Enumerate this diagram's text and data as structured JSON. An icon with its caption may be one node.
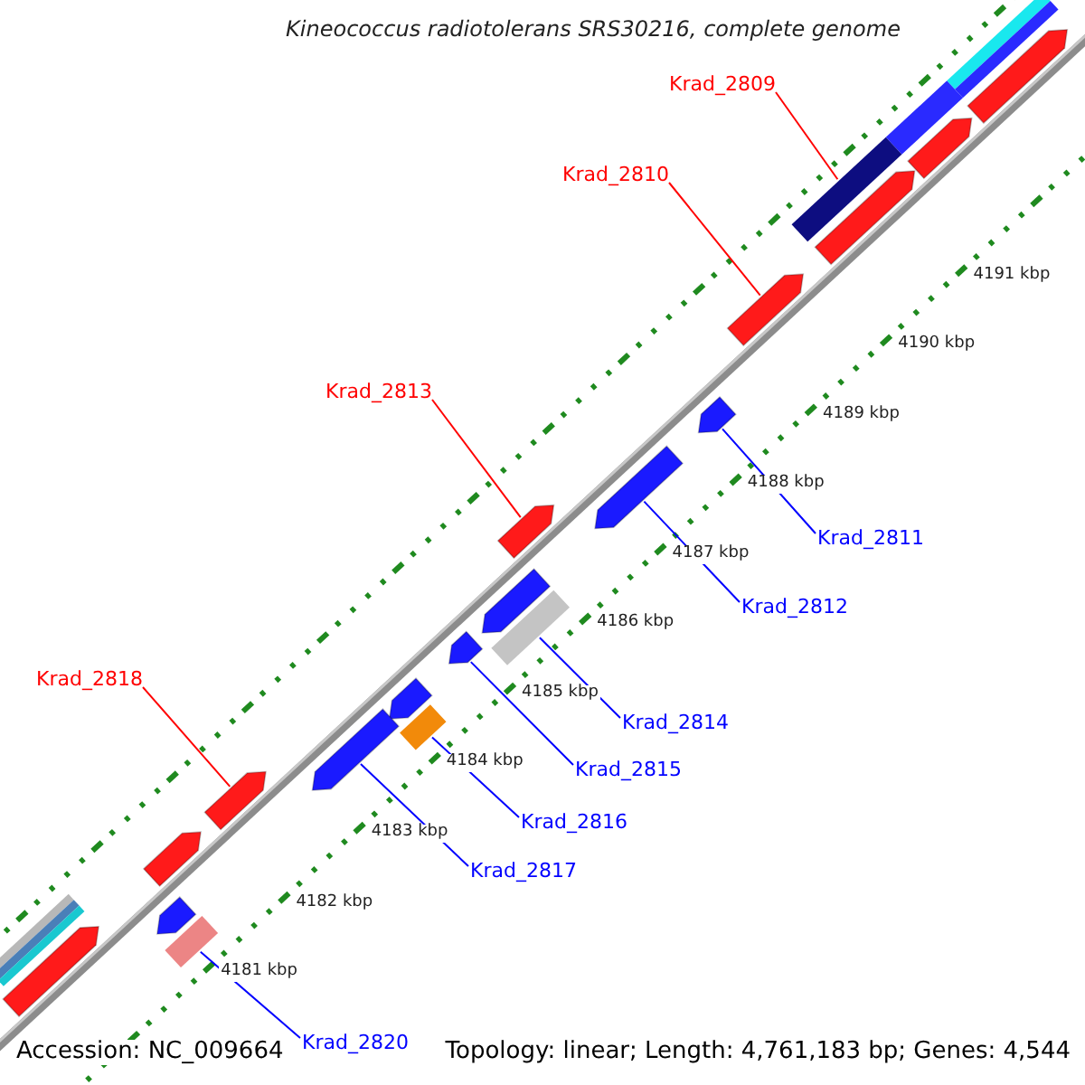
{
  "diagram": {
    "title": "Kineococcus radiotolerans SRS30216, complete genome",
    "nodes": [
      {
        "text": [
          "Krad_2809"
        ]
      },
      {
        "text": [
          "Krad_2810"
        ]
      },
      {
        "text": [
          "Krad_2813"
        ]
      },
      {
        "text": [
          "Krad_2811"
        ]
      },
      {
        "text": [
          "Krad_2812"
        ]
      },
      {
        "text": [
          "Krad_2818"
        ]
      },
      {
        "text": [
          "Krad_2814"
        ]
      },
      {
        "text": [
          "Krad_2815"
        ]
      },
      {
        "text": [
          "Krad_2816"
        ]
      },
      {
        "text": [
          "Krad_2817"
        ]
      },
      {
        "text": [
          "Krad_2820"
        ]
      },
      {
        "text": [],
        "shape": "bar"
      },
      {
        "text": [],
        "shape": "pentagon"
      },
      {
        "text": [],
        "shape": "bar"
      },
      {
        "text": [],
        "shape": "pentagon"
      },
      {
        "text": [],
        "shape": "bar"
      },
      {
        "text": [],
        "shape": "pentagon"
      },
      {
        "text": [],
        "shape": "pentagon"
      },
      {
        "text": [],
        "shape": "pentagon"
      },
      {
        "text": [],
        "shape": "pentagon"
      },
      {
        "text": [],
        "shape": "pentagon"
      },
      {
        "text": [],
        "shape": "pentagon"
      },
      {
        "text": [],
        "shape": "bar"
      },
      {
        "text": [],
        "shape": "pentagon"
      },
      {
        "text": [],
        "shape": "pentagon"
      },
      {
        "text": [],
        "shape": "bar"
      },
      {
        "text": [],
        "shape": "pentagon"
      },
      {
        "text": [],
        "shape": "pentagon"
      },
      {
        "text": [],
        "shape": "pentagon"
      },
      {
        "text": [],
        "shape": "pentagon"
      },
      {
        "text": [],
        "shape": "bar"
      },
      {
        "text": [],
        "shape": "pentagon"
      },
      {
        "text": [],
        "shape": "bar"
      }
    ],
    "edges": [
      {
        "from": 0,
        "to": 15,
        "arrow": "none",
        "color": "#ff0000"
      },
      {
        "from": 1,
        "to": 17,
        "arrow": "none",
        "color": "#ff0000"
      },
      {
        "from": 2,
        "to": 20,
        "arrow": "none",
        "color": "#ff0000"
      },
      {
        "from": 3,
        "to": 18,
        "arrow": "none"
      },
      {
        "from": 4,
        "to": 19,
        "arrow": "none"
      },
      {
        "from": 5,
        "to": 27,
        "arrow": "none",
        "color": "#ff0000"
      },
      {
        "from": 6,
        "to": 22,
        "arrow": "none"
      },
      {
        "from": 7,
        "to": 23,
        "arrow": "none"
      },
      {
        "from": 8,
        "to": 25,
        "arrow": "none"
      },
      {
        "from": 9,
        "to": 26,
        "arrow": "none"
      },
      {
        "from": 10,
        "to": 30,
        "arrow": "none"
      }
    ],
    "labels": [
      "4191 kbp",
      "4190 kbp",
      "4189 kbp",
      "4188 kbp",
      "4187 kbp",
      "4186 kbp",
      "4185 kbp",
      "4184 kbp",
      "4183 kbp",
      "4182 kbp",
      "4181 kbp",
      "Accession: NC_009664",
      "Topology: linear; Length: 4,761,183 bp; Genes: 4,544"
    ]
  }
}
